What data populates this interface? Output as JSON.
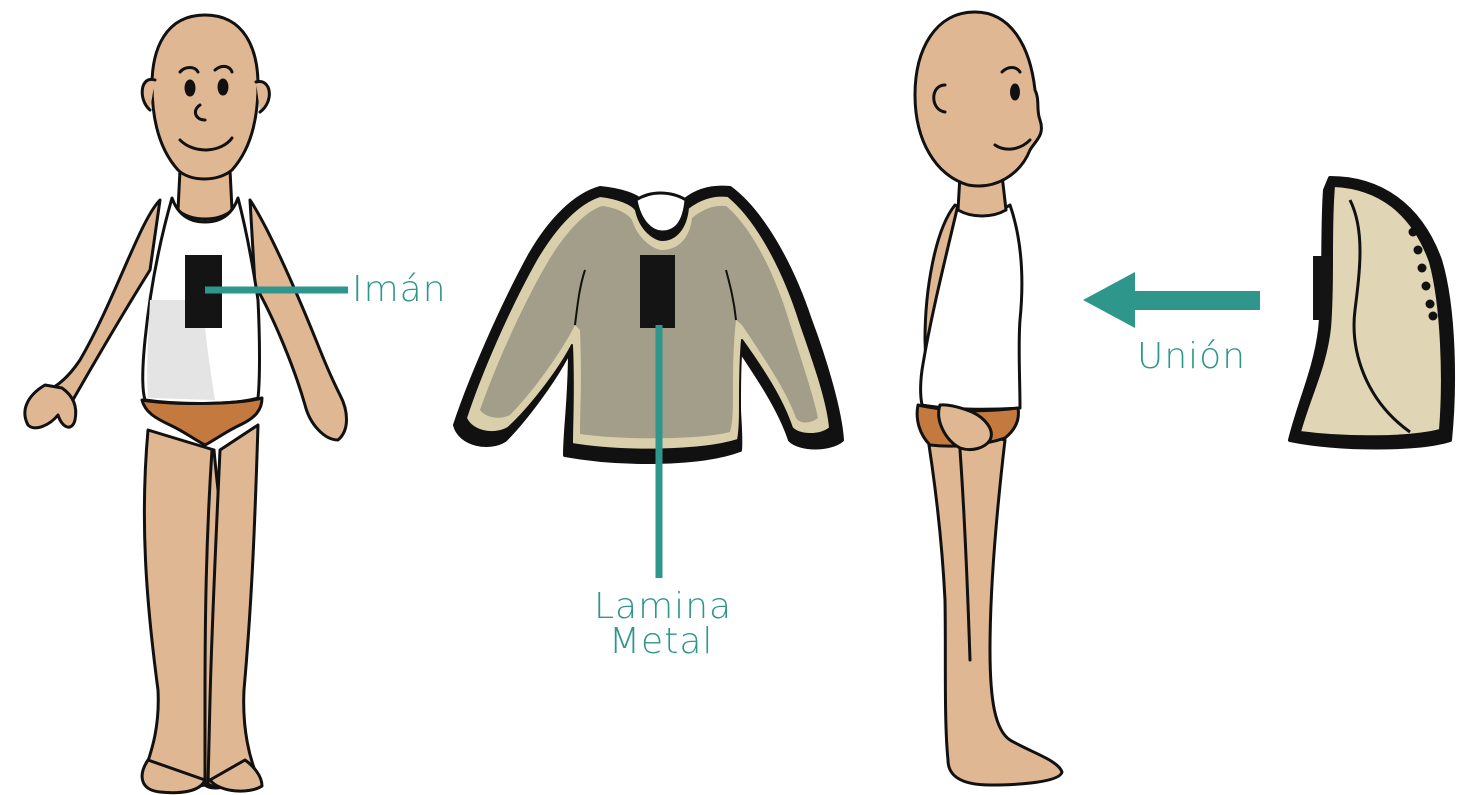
{
  "labels": {
    "iman": "Imán",
    "lamina_line1": "Lamina",
    "lamina_line2": "Metal",
    "union": "Unión"
  },
  "colors": {
    "accent": "#2e968b",
    "skin": "#e0b793",
    "outline": "#111111",
    "underwear": "#c47a3e",
    "shirt": "#a29e8a",
    "shirt_trim": "#d9cfaa",
    "back_piece": "#e0d5b4",
    "magnet": "#141414",
    "tank_top": "#ffffff"
  }
}
